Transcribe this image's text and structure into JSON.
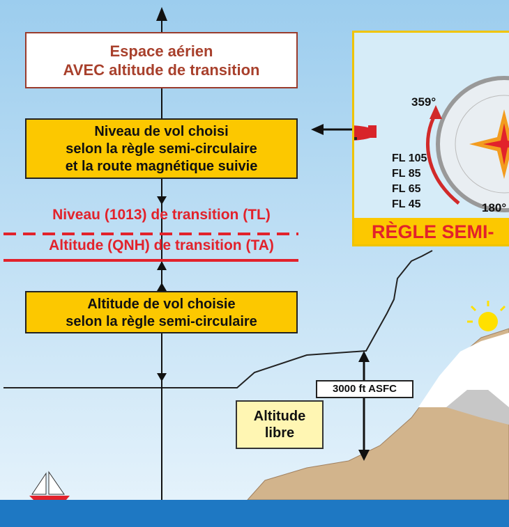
{
  "boxes": {
    "espace": {
      "line1": "Espace aérien",
      "line2": "AVEC altitude de transition"
    },
    "niveau": {
      "line1": "Niveau de vol choisi",
      "line2": "selon la règle semi-circulaire",
      "line3": "et la route magnétique suivie"
    },
    "altitude": {
      "line1": "Altitude de vol choisie",
      "line2": "selon la règle semi-circulaire"
    },
    "libre": {
      "line1": "Altitude",
      "line2": "libre"
    },
    "asfc": "3000 ft ASFC"
  },
  "transition": {
    "level_label": "Niveau (1013) de transition (TL)",
    "altitude_label": "Altitude (QNH) de transition (TA)"
  },
  "inset": {
    "title": "RÈGLE SEMI-",
    "deg_359": "359°",
    "deg_180": "180°",
    "flight_levels": [
      "FL 105",
      "FL 85",
      "FL 65",
      "FL 45"
    ]
  },
  "colors": {
    "sky": "#cfe6f5",
    "yellow": "#fcc800",
    "red": "#e2222b",
    "brown_text": "#a8402c",
    "sea": "#1e78c3",
    "mountain": "#d2b48c"
  }
}
